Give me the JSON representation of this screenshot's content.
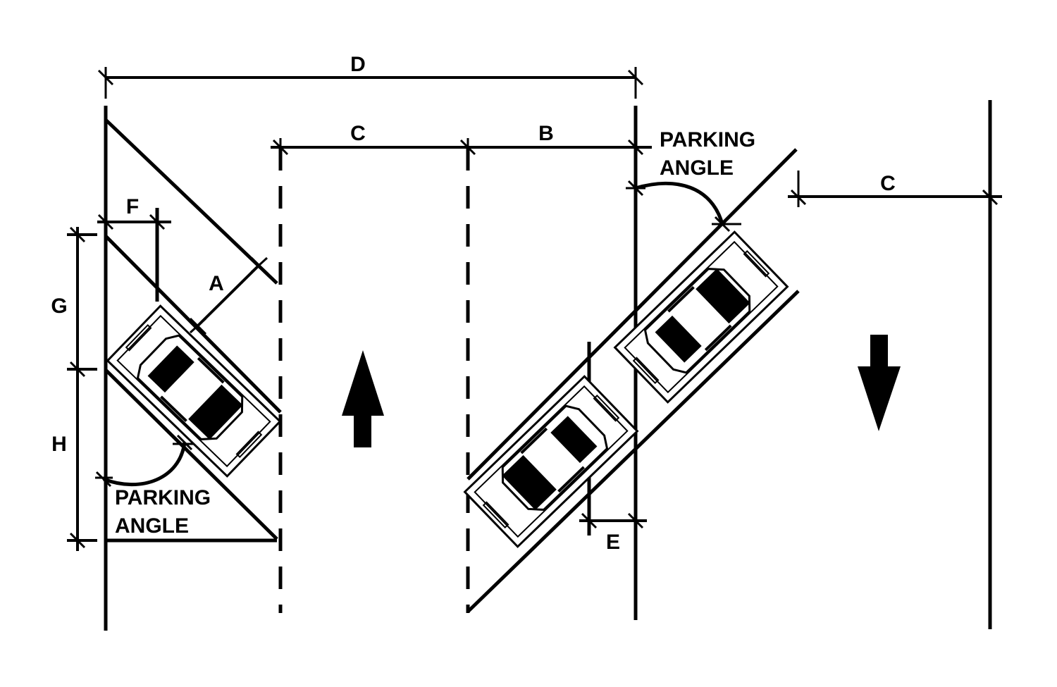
{
  "labels": {
    "D": "D",
    "C_top": "C",
    "B": "B",
    "C_right": "C",
    "F": "F",
    "G": "G",
    "H": "H",
    "A": "A",
    "E": "E",
    "parking_angle_top": [
      "PARKING",
      "ANGLE"
    ],
    "parking_angle_bottom": [
      "PARKING",
      "ANGLE"
    ]
  },
  "traffic": {
    "left_lane_direction": "up",
    "right_lane_direction": "down"
  },
  "colors": {
    "line": "#000000",
    "background": "#ffffff"
  }
}
